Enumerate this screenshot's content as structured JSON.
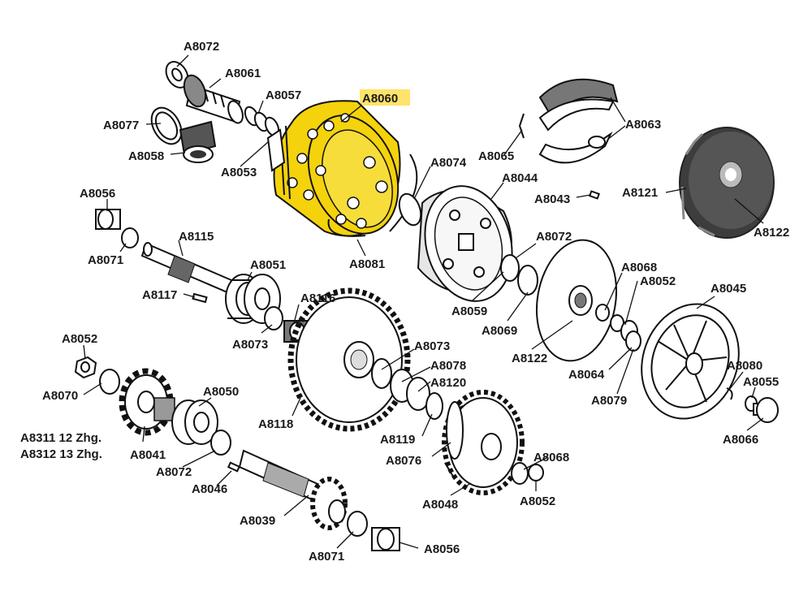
{
  "colors": {
    "highlight": "#f4d20c",
    "highlight_label_bg": "#ffe36a",
    "ink": "#111111"
  },
  "highlighted_part": "A8060",
  "labels": {
    "a8072_top": "A8072",
    "a8061": "A8061",
    "a8057": "A8057",
    "a8060": "A8060",
    "a8077": "A8077",
    "a8058": "A8058",
    "a8053": "A8053",
    "a8065": "A8065",
    "a8063": "A8063",
    "a8074": "A8074",
    "a8044": "A8044",
    "a8043": "A8043",
    "a8121": "A8121",
    "a8122_right": "A8122",
    "a8056_top": "A8056",
    "a8115": "A8115",
    "a8071_left": "A8071",
    "a8051": "A8051",
    "a8081": "A8081",
    "a8072_mid": "A8072",
    "a8117": "A8117",
    "a8116": "A8116",
    "a8059": "A8059",
    "a8068_right": "A8068",
    "a8052_right": "A8052",
    "a8045": "A8045",
    "a8073_left": "A8073",
    "a8069": "A8069",
    "a8052_left": "A8052",
    "a8073_right": "A8073",
    "a8122_mid": "A8122",
    "a8078": "A8078",
    "a8120": "A8120",
    "a8064": "A8064",
    "a8080": "A8080",
    "a8070": "A8070",
    "a8055": "A8055",
    "a8050": "A8050",
    "a8079": "A8079",
    "a8118": "A8118",
    "a8311": "A8311 12 Zhg.",
    "a8312": "A8312 13 Zhg.",
    "a8041": "A8041",
    "a8119": "A8119",
    "a8066": "A8066",
    "a8072_bottom": "A8072",
    "a8076": "A8076",
    "a8068_bottom": "A8068",
    "a8046": "A8046",
    "a8052_bottom": "A8052",
    "a8048": "A8048",
    "a8039": "A8039",
    "a8071_bottom": "A8071",
    "a8056_bottom": "A8056"
  }
}
